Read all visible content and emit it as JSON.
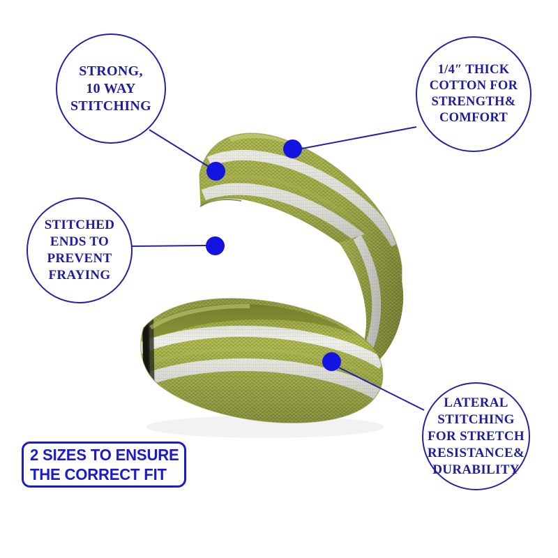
{
  "image": {
    "subject": "woven cotton resistance band / exercise loop band",
    "background_color": "#ffffff",
    "accent_color": "#1a1ad0",
    "marker_color": "#1414e0",
    "outline_color": "#2222a8",
    "band_colors": {
      "olive_light": "#c2cb6a",
      "olive_mid": "#a9b44c",
      "olive_dark": "#8b9636",
      "olive_shadow": "#6e7828",
      "stripe_white": "#f2f2ee",
      "stripe_grey": "#cfcfc6",
      "stitched_end_black": "#1a1a16"
    }
  },
  "callouts": [
    {
      "id": "stitching",
      "lines": [
        "STRONG,",
        "10 WAY",
        "STITCHING"
      ]
    },
    {
      "id": "cotton",
      "lines": [
        "1/4″  THICK",
        "COTTON FOR",
        "STRENGTH&",
        "COMFORT"
      ]
    },
    {
      "id": "fraying",
      "lines": [
        "STITCHED",
        "ENDS TO",
        "PREVENT",
        "FRAYING"
      ]
    },
    {
      "id": "lateral",
      "lines": [
        "LATERAL",
        "STITCHING",
        "FOR STRETCH",
        "RESISTANCE&",
        "DURABILITY"
      ]
    }
  ],
  "badge": {
    "lines": [
      "2 SIZES TO ENSURE",
      "THE CORRECT FIT"
    ]
  }
}
